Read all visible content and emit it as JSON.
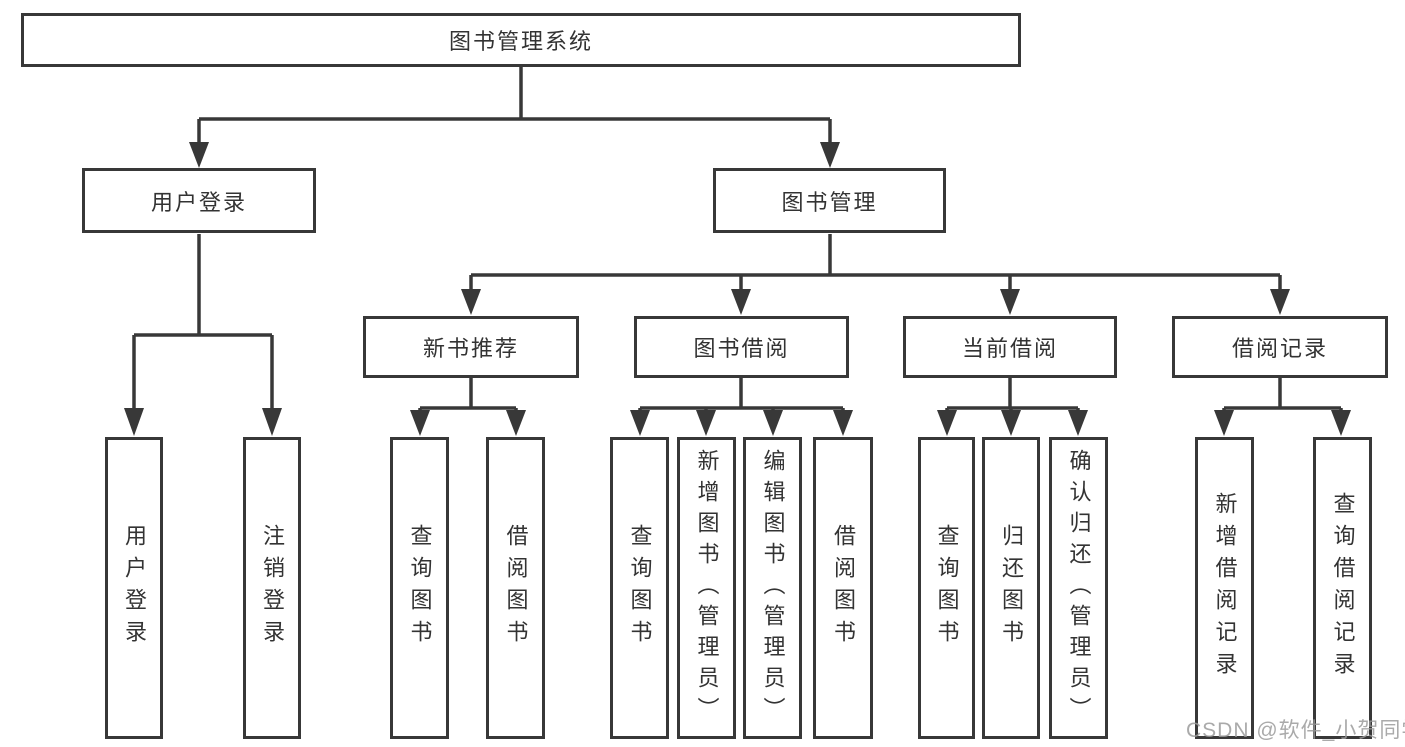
{
  "diagram": {
    "type": "tree",
    "root": {
      "label": "图书管理系统",
      "children": [
        {
          "label": "用户登录",
          "children": [
            {
              "label": "用户登录"
            },
            {
              "label": "注销登录"
            }
          ]
        },
        {
          "label": "图书管理",
          "children": [
            {
              "label": "新书推荐",
              "children": [
                {
                  "label": "查询图书"
                },
                {
                  "label": "借阅图书"
                }
              ]
            },
            {
              "label": "图书借阅",
              "children": [
                {
                  "label": "查询图书"
                },
                {
                  "label": "新增图书（管理员）"
                },
                {
                  "label": "编辑图书（管理员）"
                },
                {
                  "label": "借阅图书"
                }
              ]
            },
            {
              "label": "当前借阅",
              "children": [
                {
                  "label": "查询图书"
                },
                {
                  "label": "归还图书"
                },
                {
                  "label": "确认归还（管理员）"
                }
              ]
            },
            {
              "label": "借阅记录",
              "children": [
                {
                  "label": "新增借阅记录"
                },
                {
                  "label": "查询借阅记录"
                }
              ]
            }
          ]
        }
      ]
    },
    "colors": {
      "line": "#383838",
      "text": "#333333",
      "box_fill": "#ffffff",
      "watermark": "#9b9b9b"
    }
  },
  "watermark": {
    "text": "CSDN @软件_小贺同学"
  }
}
